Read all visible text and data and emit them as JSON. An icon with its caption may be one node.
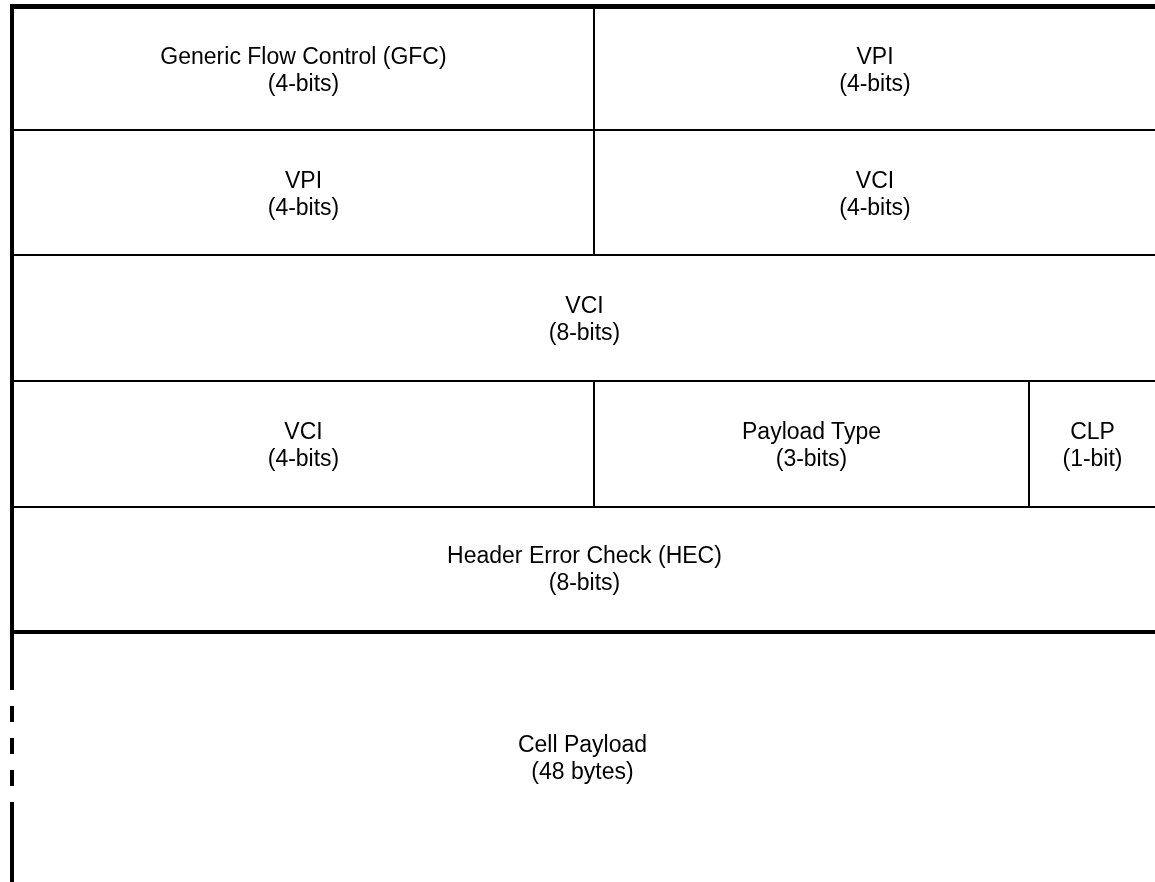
{
  "diagram": {
    "nodes": [
      {
        "text": [
          "Generic Flow Control (GFC)",
          "(4-bits)"
        ]
      },
      {
        "text": [
          "VPI",
          "(4-bits)"
        ]
      },
      {
        "text": [
          "VPI",
          "(4-bits)"
        ]
      },
      {
        "text": [
          "VCI",
          "(4-bits)"
        ]
      },
      {
        "text": [
          "VCI",
          "(8-bits)"
        ]
      },
      {
        "text": [
          "VCI",
          "(4-bits)"
        ]
      },
      {
        "text": [
          "Payload Type",
          "(3-bits)"
        ]
      },
      {
        "text": [
          "CLP",
          "(1-bit)"
        ]
      },
      {
        "text": [
          "Header Error Check (HEC)",
          "(8-bits)"
        ]
      },
      {
        "text": [
          "Cell Payload",
          "(48 bytes)"
        ]
      }
    ]
  }
}
